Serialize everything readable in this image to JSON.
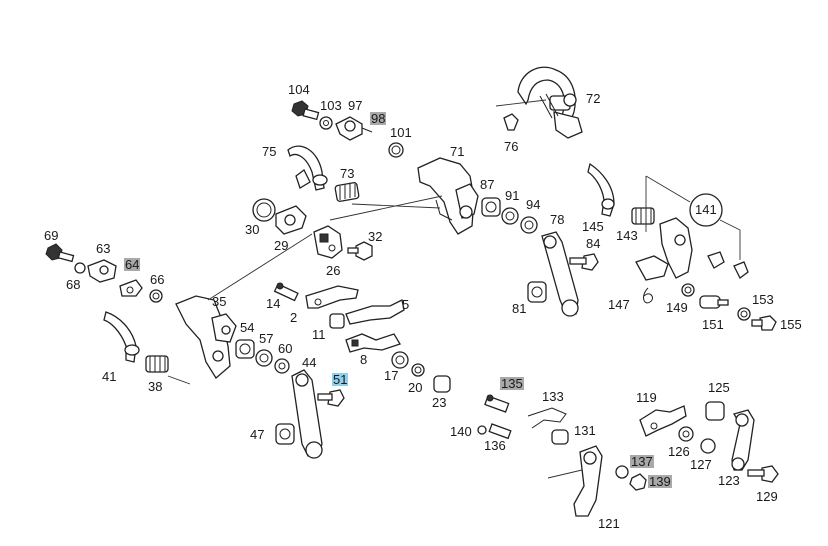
{
  "labels": [
    {
      "id": "p104",
      "text": "104"
    },
    {
      "id": "p103",
      "text": "103"
    },
    {
      "id": "p97",
      "text": "97"
    },
    {
      "id": "p98",
      "text": "98",
      "highlight": "gray"
    },
    {
      "id": "p101",
      "text": "101"
    },
    {
      "id": "p75",
      "text": "75"
    },
    {
      "id": "p71",
      "text": "71"
    },
    {
      "id": "p73",
      "text": "73"
    },
    {
      "id": "p72",
      "text": "72"
    },
    {
      "id": "p76",
      "text": "76"
    },
    {
      "id": "p87",
      "text": "87"
    },
    {
      "id": "p91",
      "text": "91"
    },
    {
      "id": "p94",
      "text": "94"
    },
    {
      "id": "p30",
      "text": "30"
    },
    {
      "id": "p29",
      "text": "29"
    },
    {
      "id": "p32",
      "text": "32"
    },
    {
      "id": "p26",
      "text": "26"
    },
    {
      "id": "p69",
      "text": "69"
    },
    {
      "id": "p63",
      "text": "63"
    },
    {
      "id": "p64",
      "text": "64",
      "highlight": "gray"
    },
    {
      "id": "p68",
      "text": "68"
    },
    {
      "id": "p66",
      "text": "66"
    },
    {
      "id": "p35",
      "text": "35"
    },
    {
      "id": "p14",
      "text": "14"
    },
    {
      "id": "p2",
      "text": "2"
    },
    {
      "id": "p5",
      "text": "5"
    },
    {
      "id": "p11",
      "text": "11"
    },
    {
      "id": "p8",
      "text": "8"
    },
    {
      "id": "p54",
      "text": "54"
    },
    {
      "id": "p57",
      "text": "57"
    },
    {
      "id": "p60",
      "text": "60"
    },
    {
      "id": "p41",
      "text": "41"
    },
    {
      "id": "p38",
      "text": "38"
    },
    {
      "id": "p44",
      "text": "44"
    },
    {
      "id": "p51",
      "text": "51",
      "highlight": "blue"
    },
    {
      "id": "p17",
      "text": "17"
    },
    {
      "id": "p20",
      "text": "20"
    },
    {
      "id": "p23",
      "text": "23"
    },
    {
      "id": "p47",
      "text": "47"
    },
    {
      "id": "p78",
      "text": "78"
    },
    {
      "id": "p84",
      "text": "84"
    },
    {
      "id": "p81",
      "text": "81"
    },
    {
      "id": "p145",
      "text": "145"
    },
    {
      "id": "p143",
      "text": "143"
    },
    {
      "id": "p141",
      "text": "141"
    },
    {
      "id": "p147",
      "text": "147"
    },
    {
      "id": "p149",
      "text": "149"
    },
    {
      "id": "p151",
      "text": "151"
    },
    {
      "id": "p153",
      "text": "153"
    },
    {
      "id": "p155",
      "text": "155"
    },
    {
      "id": "p135",
      "text": "135",
      "highlight": "gray"
    },
    {
      "id": "p133",
      "text": "133"
    },
    {
      "id": "p140",
      "text": "140"
    },
    {
      "id": "p136",
      "text": "136"
    },
    {
      "id": "p131",
      "text": "131"
    },
    {
      "id": "p119",
      "text": "119"
    },
    {
      "id": "p125",
      "text": "125"
    },
    {
      "id": "p126",
      "text": "126"
    },
    {
      "id": "p127",
      "text": "127"
    },
    {
      "id": "p137",
      "text": "137",
      "highlight": "gray"
    },
    {
      "id": "p139",
      "text": "139",
      "highlight": "gray"
    },
    {
      "id": "p123",
      "text": "123"
    },
    {
      "id": "p129",
      "text": "129"
    },
    {
      "id": "p121",
      "text": "121"
    }
  ]
}
